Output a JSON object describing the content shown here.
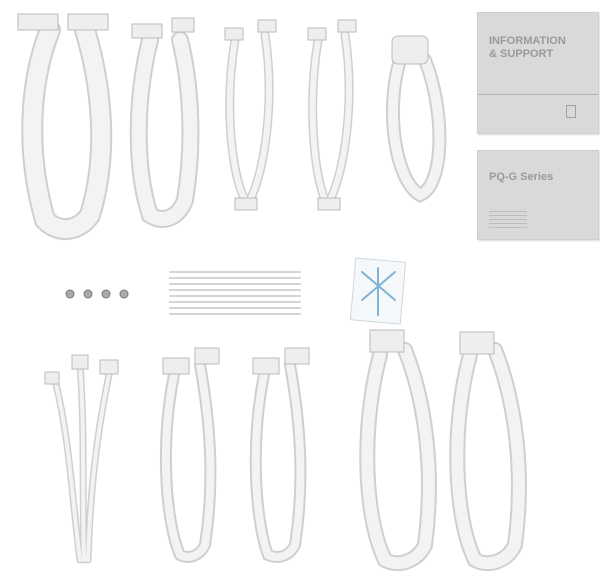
{
  "booklets": [
    {
      "title_line1": "INFORMATION",
      "title_line2": "& SUPPORT"
    },
    {
      "title": "PQ-G Series"
    }
  ],
  "colors": {
    "background": "#ffffff",
    "cable": "#f2f2f2",
    "cable_edge": "#c8c8c8",
    "booklet": "#d9d9d9",
    "desiccant_print": "#7fb3d5"
  }
}
